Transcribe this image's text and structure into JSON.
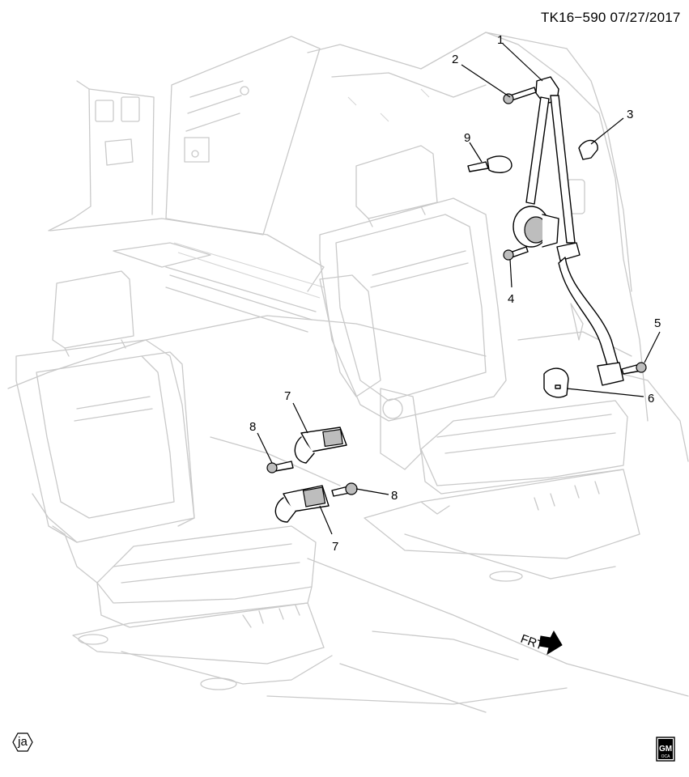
{
  "header": {
    "doc_id": "TK16−590  07/27/2017"
  },
  "callouts": [
    {
      "id": "c1",
      "label": "1"
    },
    {
      "id": "c2",
      "label": "2"
    },
    {
      "id": "c3",
      "label": "3"
    },
    {
      "id": "c4",
      "label": "4"
    },
    {
      "id": "c5",
      "label": "5"
    },
    {
      "id": "c6",
      "label": "6"
    },
    {
      "id": "c7a",
      "label": "7"
    },
    {
      "id": "c7b",
      "label": "7"
    },
    {
      "id": "c8a",
      "label": "8"
    },
    {
      "id": "c8b",
      "label": "8"
    },
    {
      "id": "c9",
      "label": "9"
    }
  ],
  "front_arrow": {
    "label": "FRT",
    "icon": "front-direction-arrow-icon"
  },
  "badges": {
    "language_badge": "ja",
    "logo_text": "GM",
    "logo_subtext": "OCA"
  }
}
